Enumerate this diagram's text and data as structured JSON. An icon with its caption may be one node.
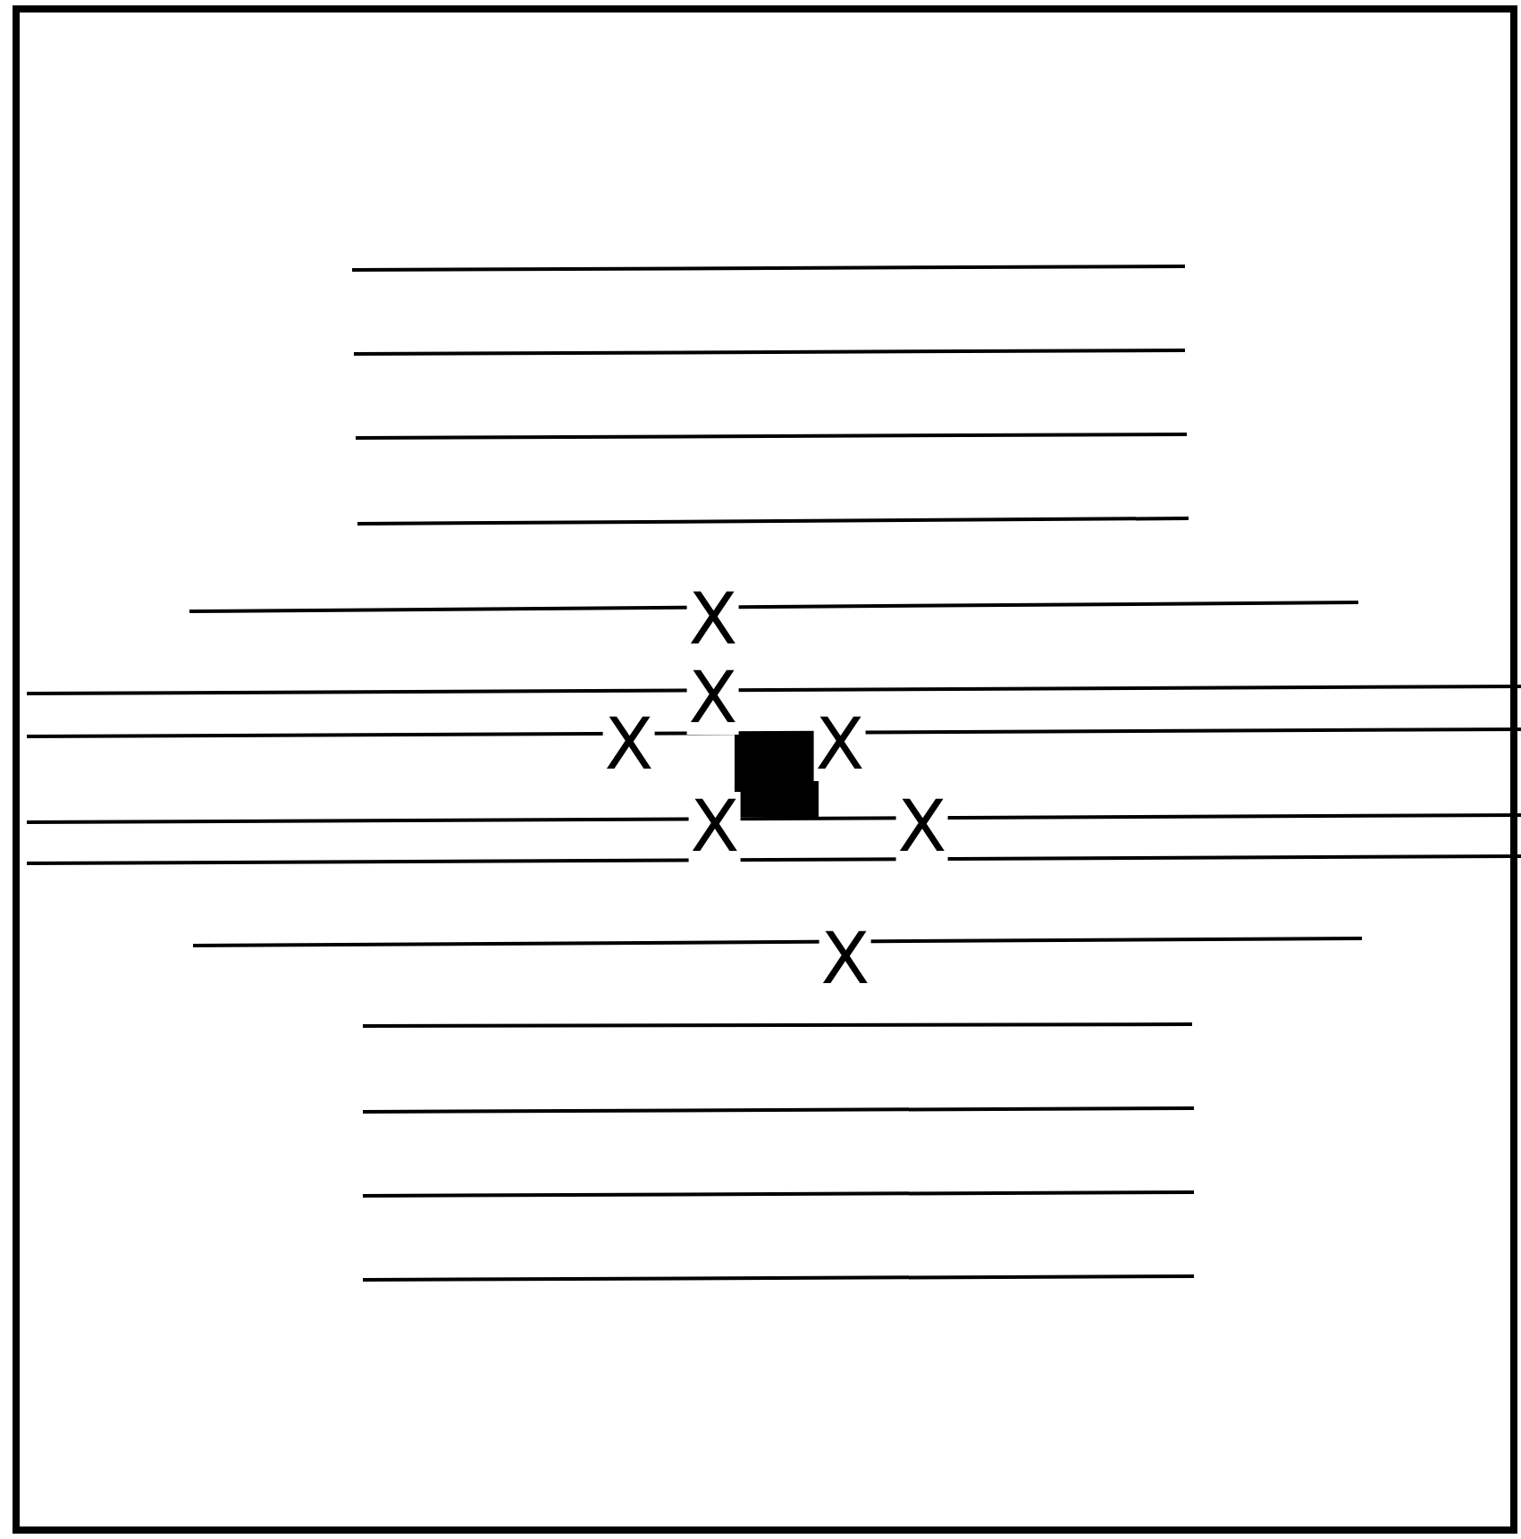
{
  "diagram": {
    "labels": [
      "X",
      "X",
      "X",
      "X",
      "X",
      "X",
      "X"
    ]
  }
}
